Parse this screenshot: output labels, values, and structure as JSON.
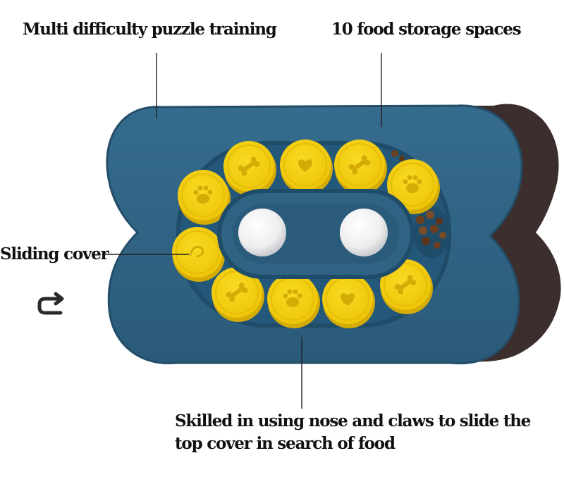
{
  "callouts": {
    "top_left": "Multi difficulty puzzle training",
    "top_right": "10 food storage spaces",
    "left": "Sliding cover",
    "bottom_line1": "Skilled in using nose and claws to slide the",
    "bottom_line2": "top cover in search of food"
  },
  "icons": {
    "rotate": "rotate-arrow-icon"
  },
  "colors": {
    "toy_blue": "#2f6384",
    "toy_blue_dark": "#1f4d69",
    "shadow_brown": "#3b2e2c",
    "lid_yellow": "#f4d10e",
    "lid_yellow_dark": "#d4ac05",
    "ball_white": "#f7f7f8",
    "kibble": "#6b3f1e"
  },
  "puzzle": {
    "storage_spaces": 10,
    "lid_icons": [
      "paw",
      "bone",
      "heart",
      "bone",
      "paw",
      "swirl",
      "bone",
      "paw",
      "heart",
      "bone"
    ],
    "balls": 2
  }
}
